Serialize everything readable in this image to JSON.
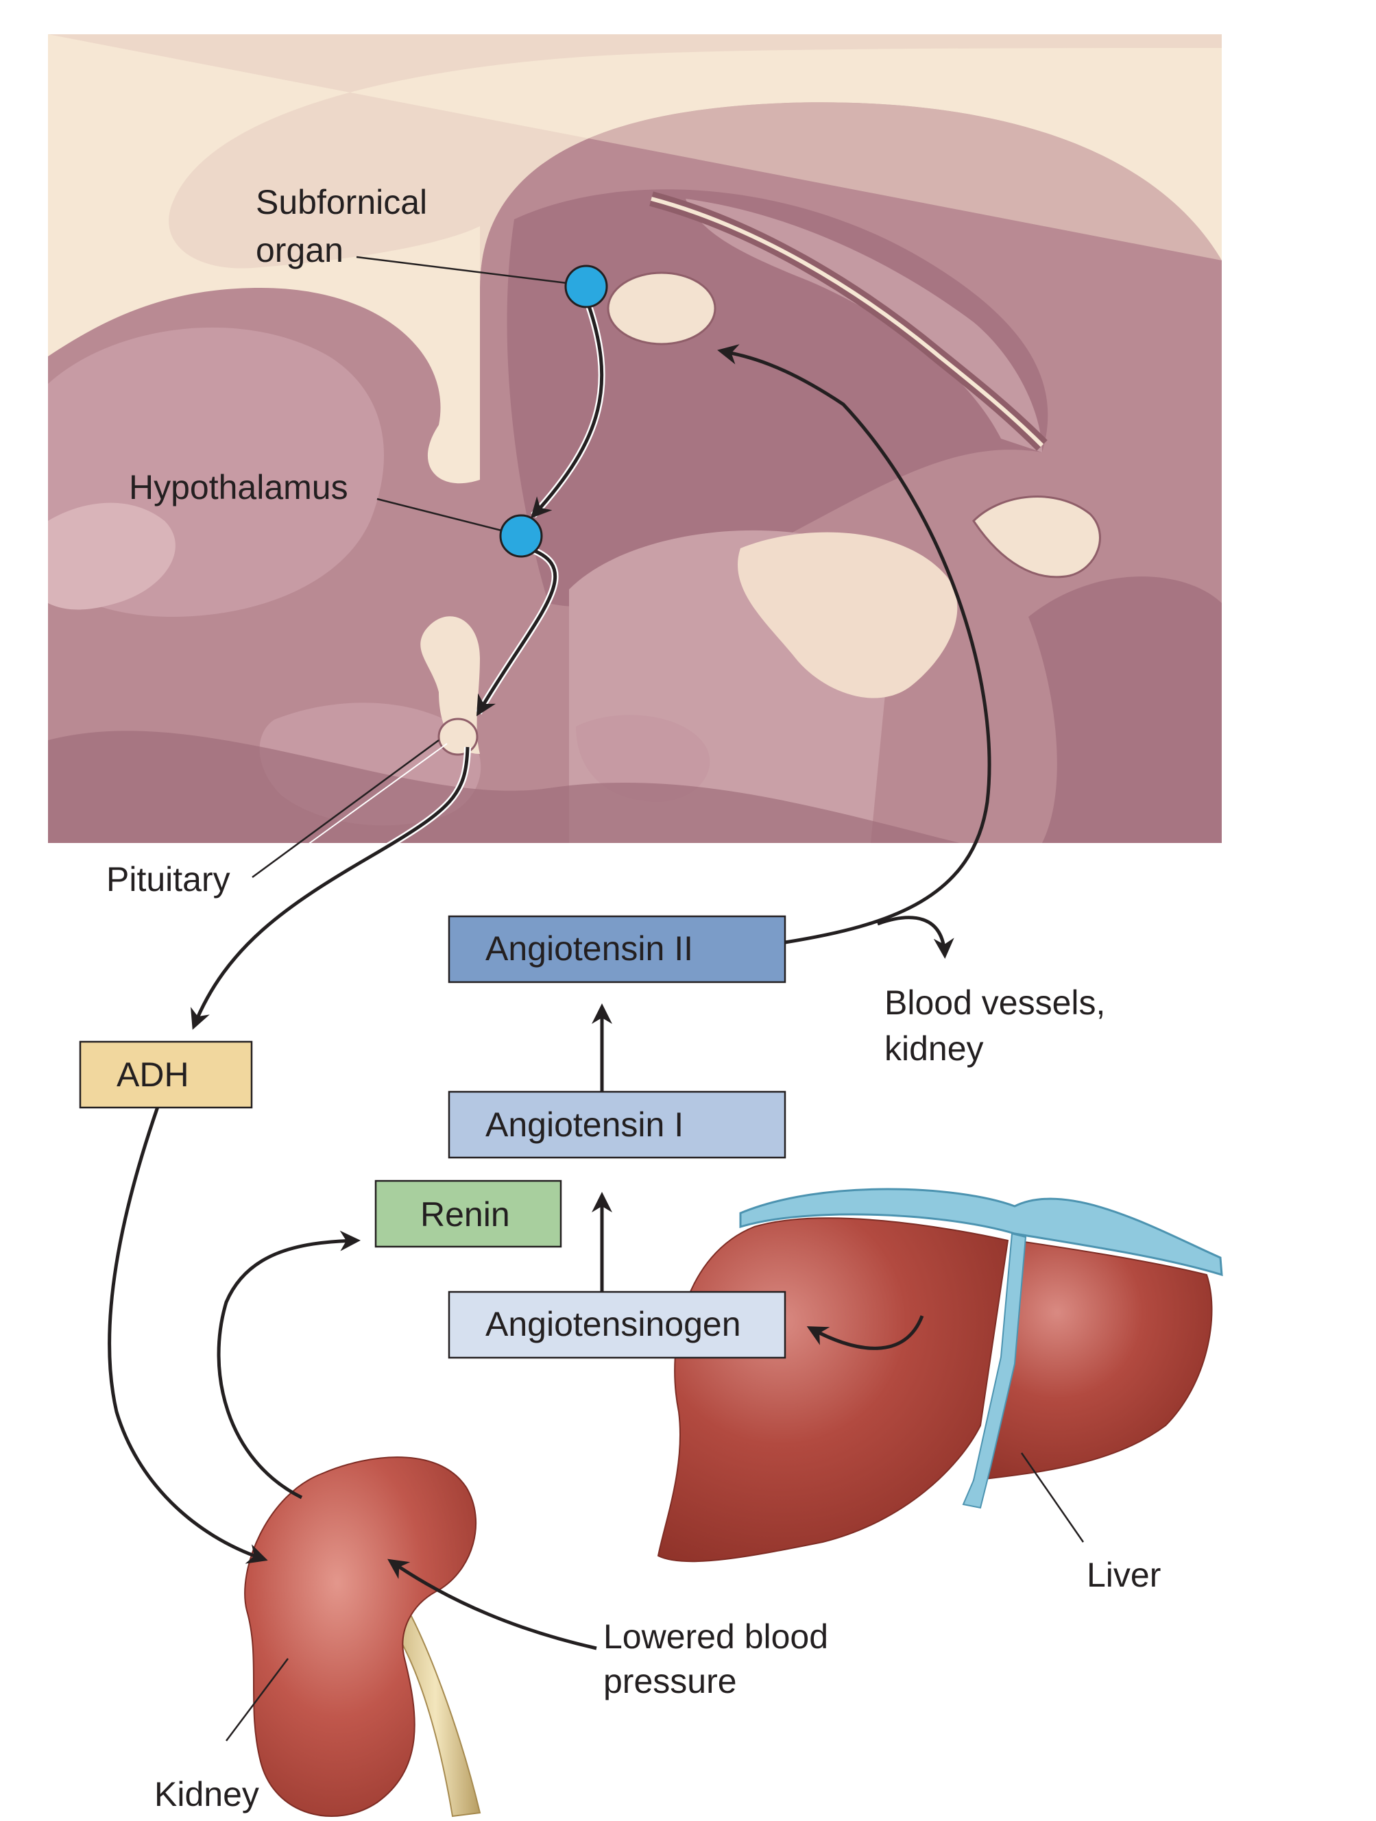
{
  "labels": {
    "subfornical_line1": "Subfornical",
    "subfornical_line2": "organ",
    "hypothalamus": "Hypothalamus",
    "pituitary": "Pituitary",
    "blood_vessels_line1": "Blood vessels,",
    "blood_vessels_line2": "kidney",
    "liver": "Liver",
    "lowered_line1": "Lowered blood",
    "lowered_line2": "pressure",
    "kidney": "Kidney"
  },
  "boxes": {
    "angiotensin_ii": "Angiotensin II",
    "angiotensin_i": "Angiotensin I",
    "angiotensinogen": "Angiotensinogen",
    "renin": "Renin",
    "adh": "ADH"
  },
  "colors": {
    "angiotensin_ii": "#7b9cc8",
    "angiotensin_i": "#b4c7e2",
    "angiotensinogen": "#d6e0ef",
    "renin": "#a8cf9e",
    "adh": "#f1d79e",
    "brain_tissue": "#b98a93",
    "brain_light": "#f6e7d4",
    "nucleus_marker": "#2aa8e0",
    "organ_red": "#b24a40"
  }
}
